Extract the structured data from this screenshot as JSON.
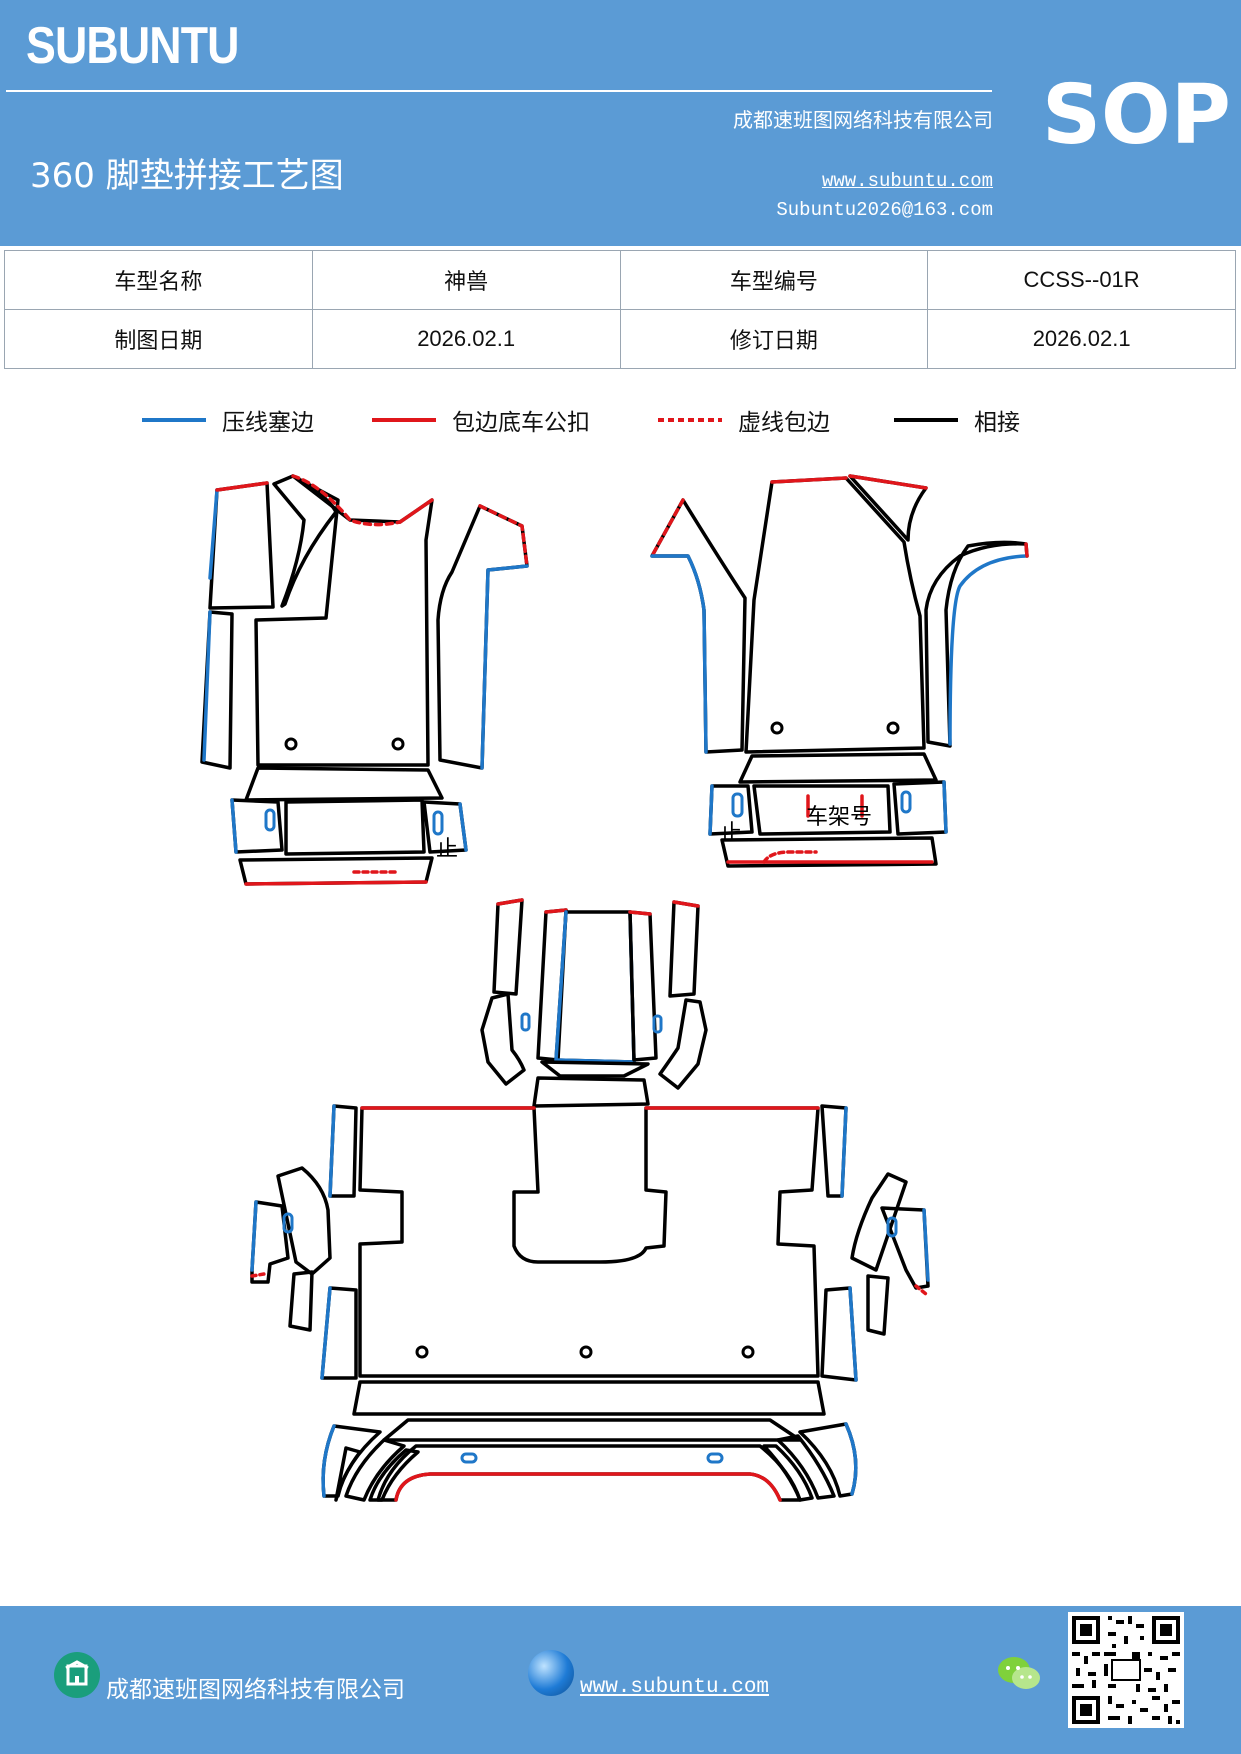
{
  "header": {
    "brand": "SUBUNTU",
    "company": "成都速班图网络科技有限公司",
    "website": "www.subuntu.com",
    "email": "Subuntu2026@163.com",
    "title": "360 脚垫拼接工艺图",
    "badge": "SOP"
  },
  "info_table": {
    "model_name_label": "车型名称",
    "model_name": "神兽",
    "model_code_label": "车型编号",
    "model_code": "CCSS--01R",
    "draw_date_label": "制图日期",
    "draw_date": "2026.02.1",
    "revise_date_label": "修订日期",
    "revise_date": "2026.02.1"
  },
  "legend": [
    {
      "label": "压线塞边",
      "color": "#1f77c8",
      "style": "solid"
    },
    {
      "label": "包边底车公扣",
      "color": "#e0161b",
      "style": "solid"
    },
    {
      "label": "虚线包边",
      "color": "#e0161b",
      "style": "dotted"
    },
    {
      "label": "相接",
      "color": "#000000",
      "style": "solid"
    }
  ],
  "drawing": {
    "stop_mark_left": "止",
    "stop_mark_right": "止",
    "frame_number_label": "车架号"
  },
  "footer": {
    "company": "成都速班图网络科技有限公司",
    "website": "www.subuntu.com"
  },
  "icons": {
    "building": "building-icon",
    "globe": "globe-icon",
    "wechat": "wechat-icon",
    "qr": "qr-code"
  }
}
